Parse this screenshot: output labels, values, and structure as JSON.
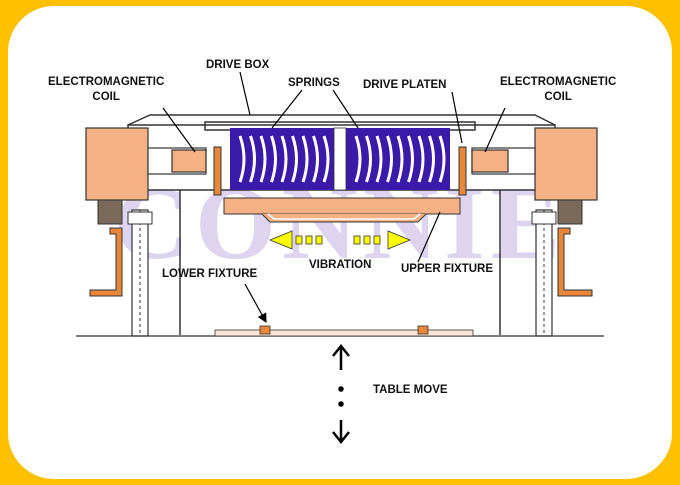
{
  "colors": {
    "background_border": "#FFC000",
    "coil": "#F4B183",
    "spring_block": "#3A1AA8",
    "spring_leaf": "#FFFFFF",
    "fixture": "#E8863A",
    "vibration_arrow": "#FFFF00",
    "watermark": "#D9CDEE"
  },
  "labels": {
    "em_coil_left": [
      "ELECTROMAGNETIC",
      "COIL"
    ],
    "em_coil_right": [
      "ELECTROMAGNETIC",
      "COIL"
    ],
    "drive_box": "DRIVE BOX",
    "springs": "SPRINGS",
    "drive_platen": "DRIVE PLATEN",
    "lower_fixture": "LOWER FIXTURE",
    "vibration": "VIBRATION",
    "upper_fixture": "UPPER FIXTURE",
    "table_move": "TABLE MOVE"
  },
  "watermark": "CONNIE"
}
